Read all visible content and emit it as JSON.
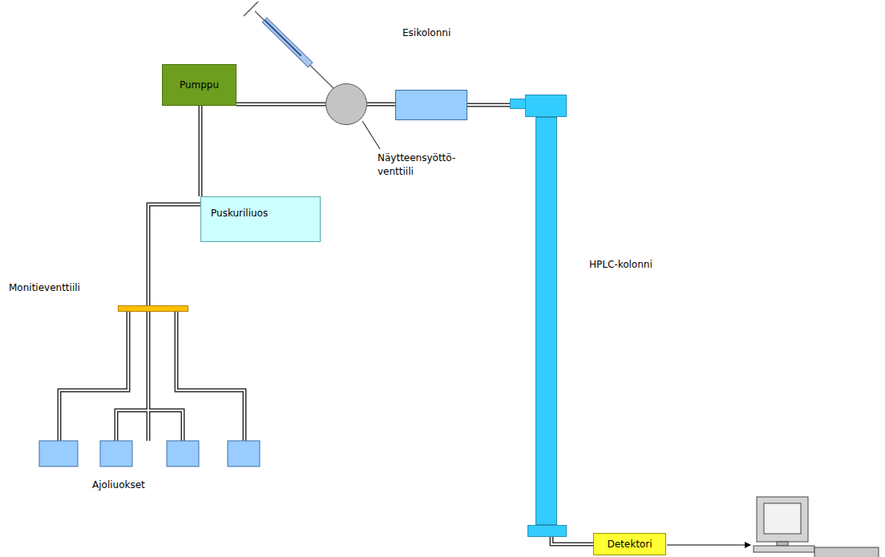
{
  "diagram": {
    "nodes": [
      {
        "text": [
          "Pumppu"
        ]
      },
      {
        "text": [
          "Näytteensyöttö- venttiili"
        ]
      },
      {
        "text": [
          "Esikolonni"
        ]
      },
      {
        "text": [
          "Puskuriliuos"
        ]
      },
      {
        "text": [
          "HPLC-kolonni"
        ]
      },
      {
        "text": [
          "Monitieventtiili"
        ]
      },
      {
        "text": [
          "Detektori"
        ]
      }
    ],
    "edges": [
      {
        "from": 5,
        "to": 3,
        "arrow": "none"
      },
      {
        "from": 3,
        "to": 0,
        "arrow": "none"
      },
      {
        "from": 0,
        "to": 1,
        "arrow": "none"
      },
      {
        "from": 1,
        "to": 2,
        "arrow": "none"
      },
      {
        "from": 2,
        "to": 4,
        "arrow": "none"
      },
      {
        "from": 4,
        "to": 6,
        "arrow": "none"
      }
    ],
    "labels": [
      "Ajoliuokset"
    ]
  }
}
